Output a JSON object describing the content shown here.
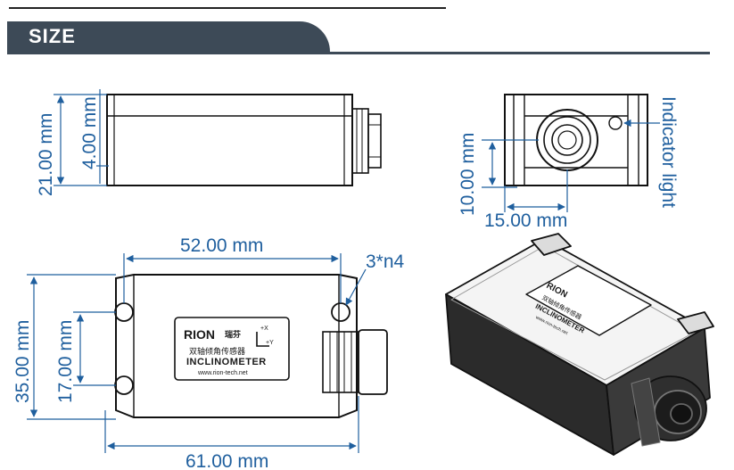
{
  "header": {
    "title": "SIZE"
  },
  "dimensions": {
    "side_height": "21.00 mm",
    "side_foot": "4.00 mm",
    "front_height": "10.00 mm",
    "front_width": "15.00 mm",
    "indicator": "Indicator light",
    "top_hole_spacing": "52.00 mm",
    "holes": "3*n4",
    "total_height": "35.00 mm",
    "hole_vertical": "17.00 mm",
    "total_width": "61.00 mm"
  },
  "label": {
    "brand": "RION",
    "brand_suffix": "瑞芬",
    "chinese": "双轴倾角传感器",
    "product": "INCLINOMETER",
    "url": "www.rion-tech.net",
    "axis_x": "+X",
    "axis_y": "+Y"
  },
  "colors": {
    "dimension": "#1f5f9e",
    "header_bg": "#3d4a57"
  }
}
